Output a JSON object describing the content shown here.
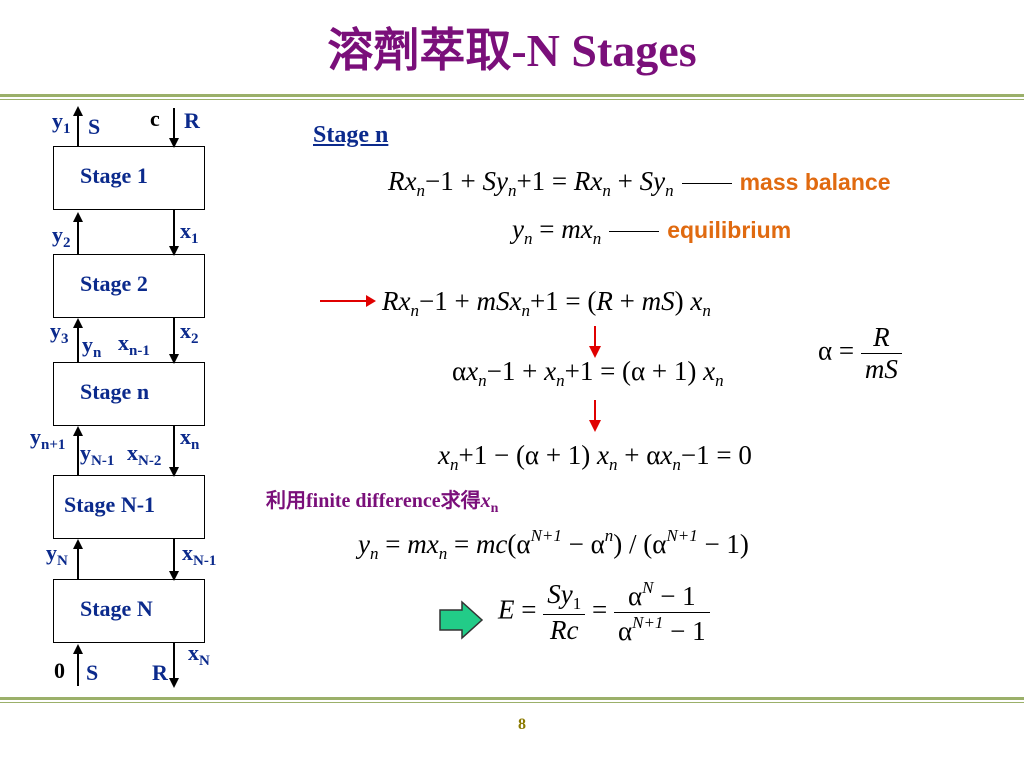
{
  "title": "溶劑萃取-N Stages",
  "page_number": "8",
  "diagram": {
    "stages": [
      "Stage 1",
      "Stage 2",
      "Stage n",
      "Stage N-1",
      "Stage N"
    ],
    "labels": {
      "y1": "y",
      "y1_sub": "1",
      "S_top": "S",
      "c": "c",
      "R_top": "R",
      "y2": "y",
      "y2_sub": "2",
      "x1": "x",
      "x1_sub": "1",
      "y3": "y",
      "y3_sub": "3",
      "yn": "y",
      "yn_sub": "n",
      "xn1": "x",
      "xn1_sub": "n-1",
      "x2": "x",
      "x2_sub": "2",
      "yn1": "y",
      "yn1_sub": "n+1",
      "yN1": "y",
      "yN1_sub": "N-1",
      "xN2": "x",
      "xN2_sub": "N-2",
      "xn": "x",
      "xn_sub": "n",
      "yN": "y",
      "yN_sub": "N",
      "xNm1": "x",
      "xNm1_sub": "N-1",
      "zero": "0",
      "S_bot": "S",
      "R_bot": "R",
      "xN": "x",
      "xN_sub": "N"
    }
  },
  "stage_n_heading": "Stage n",
  "notes": {
    "mass_balance": "mass balance",
    "equilibrium": "equilibrium",
    "finite_difference_prefix": "利用finite difference求得",
    "finite_difference_var": "x",
    "finite_difference_sub": "n"
  },
  "colors": {
    "title": "#7a0f7a",
    "label_blue": "#0b2a8c",
    "note_orange": "#e06a10",
    "rule_green": "#9bb06a",
    "arrow_red": "#e00000",
    "block_arrow_green": "#22cc88"
  }
}
